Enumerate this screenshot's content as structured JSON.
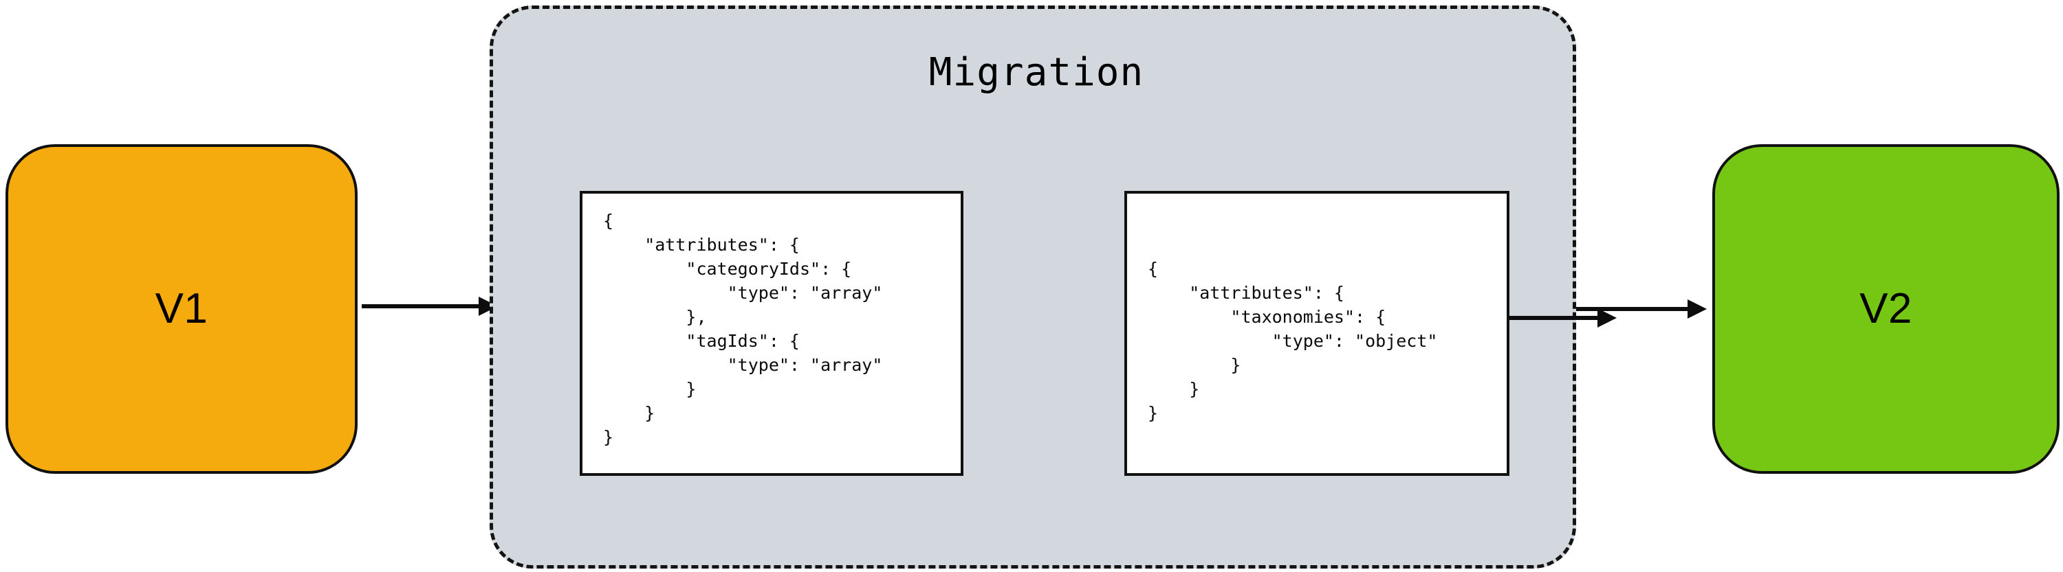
{
  "diagram": {
    "title": "Migration",
    "source_node": {
      "label": "V1",
      "color": "#F5AB0E"
    },
    "target_node": {
      "label": "V2",
      "color": "#76C714"
    },
    "container": {
      "label": "Migration",
      "fill": "#D2D8DD",
      "border_style": "dashed",
      "border_color": "#141414"
    },
    "edges": [
      {
        "name": "v1-to-migration",
        "from": "V1",
        "to": "Migration",
        "style": "solid-arrow"
      },
      {
        "name": "source-schema-to-target-schema",
        "from": "source schema",
        "to": "target schema",
        "style": "solid-arrow"
      },
      {
        "name": "migration-to-v2",
        "from": "Migration",
        "to": "V2",
        "style": "solid-arrow"
      }
    ],
    "schemas": {
      "source": {
        "name": "source-schema",
        "code": "{\n    \"attributes\": {\n        \"categoryIds\": {\n            \"type\": \"array\"\n        },\n        \"tagIds\": {\n            \"type\": \"array\"\n        }\n    }\n}"
      },
      "target": {
        "name": "target-schema",
        "code": "{\n    \"attributes\": {\n        \"taxonomies\": {\n            \"type\": \"object\"\n        }\n    }\n}"
      }
    }
  }
}
